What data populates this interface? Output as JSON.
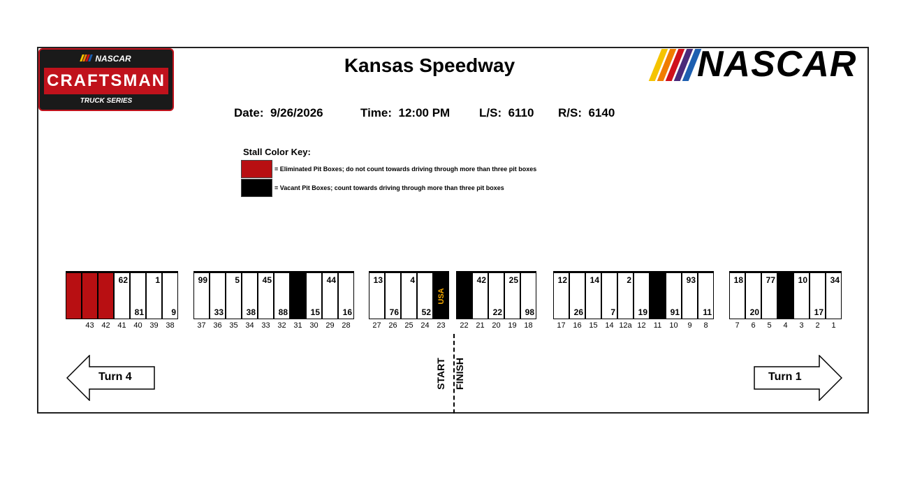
{
  "header": {
    "title": "Kansas Speedway",
    "series_logo": {
      "top": "NASCAR",
      "main": "CRAFTSMAN",
      "bottom": "TRUCK SERIES"
    },
    "brand_logo": "NASCAR",
    "brand_colors": [
      "#f5c400",
      "#f07d00",
      "#d0111b",
      "#4a2a7a",
      "#1d5fb0"
    ]
  },
  "info": {
    "date_label": "Date:",
    "date": "9/26/2026",
    "time_label": "Time:",
    "time": "12:00 PM",
    "ls_label": "L/S:",
    "ls": "6110",
    "rs_label": "R/S:",
    "rs": "6140"
  },
  "key": {
    "title": "Stall Color Key:",
    "eliminated": {
      "color": "#b80f12",
      "text": "= Eliminated Pit Boxes; do not count towards driving through more than three pit boxes"
    },
    "vacant": {
      "color": "#000000",
      "text": "= Vacant Pit Boxes; count towards driving through more than three pit boxes"
    }
  },
  "stalls": [
    {
      "label": "",
      "type": "red",
      "top": "",
      "bottom": ""
    },
    {
      "label": "43",
      "type": "red",
      "top": "",
      "bottom": ""
    },
    {
      "label": "42",
      "type": "red",
      "top": "",
      "bottom": ""
    },
    {
      "label": "41",
      "type": "white",
      "top": "62",
      "bottom": ""
    },
    {
      "label": "40",
      "type": "white",
      "top": "",
      "bottom": "81"
    },
    {
      "label": "39",
      "type": "white",
      "top": "1",
      "bottom": ""
    },
    {
      "label": "38",
      "type": "white",
      "top": "",
      "bottom": "9"
    },
    {
      "label": "37",
      "type": "white",
      "top": "99",
      "bottom": ""
    },
    {
      "label": "36",
      "type": "white",
      "top": "",
      "bottom": "33"
    },
    {
      "label": "35",
      "type": "white",
      "top": "5",
      "bottom": ""
    },
    {
      "label": "34",
      "type": "white",
      "top": "",
      "bottom": "38"
    },
    {
      "label": "33",
      "type": "white",
      "top": "45",
      "bottom": ""
    },
    {
      "label": "32",
      "type": "white",
      "top": "",
      "bottom": "88"
    },
    {
      "label": "31",
      "type": "black",
      "top": "",
      "bottom": ""
    },
    {
      "label": "30",
      "type": "white",
      "top": "",
      "bottom": "15"
    },
    {
      "label": "29",
      "type": "white",
      "top": "44",
      "bottom": ""
    },
    {
      "label": "28",
      "type": "white",
      "top": "",
      "bottom": "16"
    },
    {
      "label": "27",
      "type": "white",
      "top": "13",
      "bottom": ""
    },
    {
      "label": "26",
      "type": "white",
      "top": "",
      "bottom": "76"
    },
    {
      "label": "25",
      "type": "white",
      "top": "4",
      "bottom": ""
    },
    {
      "label": "24",
      "type": "white",
      "top": "",
      "bottom": "52"
    },
    {
      "label": "23",
      "type": "black",
      "top": "",
      "bottom": "",
      "vertical": "USA"
    },
    {
      "label": "22",
      "type": "black",
      "top": "",
      "bottom": ""
    },
    {
      "label": "21",
      "type": "white",
      "top": "42",
      "bottom": ""
    },
    {
      "label": "20",
      "type": "white",
      "top": "",
      "bottom": "22"
    },
    {
      "label": "19",
      "type": "white",
      "top": "25",
      "bottom": ""
    },
    {
      "label": "18",
      "type": "white",
      "top": "",
      "bottom": "98"
    },
    {
      "label": "17",
      "type": "white",
      "top": "12",
      "bottom": ""
    },
    {
      "label": "16",
      "type": "white",
      "top": "",
      "bottom": "26"
    },
    {
      "label": "15",
      "type": "white",
      "top": "14",
      "bottom": ""
    },
    {
      "label": "14",
      "type": "white",
      "top": "",
      "bottom": "7"
    },
    {
      "label": "12a",
      "type": "white",
      "top": "2",
      "bottom": ""
    },
    {
      "label": "12",
      "type": "white",
      "top": "",
      "bottom": "19"
    },
    {
      "label": "11",
      "type": "black",
      "top": "",
      "bottom": ""
    },
    {
      "label": "10",
      "type": "white",
      "top": "",
      "bottom": "91"
    },
    {
      "label": "9",
      "type": "white",
      "top": "93",
      "bottom": ""
    },
    {
      "label": "8",
      "type": "white",
      "top": "",
      "bottom": "11"
    },
    {
      "label": "7",
      "type": "white",
      "top": "18",
      "bottom": ""
    },
    {
      "label": "6",
      "type": "white",
      "top": "",
      "bottom": "20"
    },
    {
      "label": "5",
      "type": "white",
      "top": "77",
      "bottom": ""
    },
    {
      "label": "4",
      "type": "black",
      "top": "",
      "bottom": ""
    },
    {
      "label": "3",
      "type": "white",
      "top": "10",
      "bottom": ""
    },
    {
      "label": "2",
      "type": "white",
      "top": "",
      "bottom": "17"
    },
    {
      "label": "1",
      "type": "white",
      "top": "34",
      "bottom": ""
    }
  ],
  "start_finish": {
    "start": "START",
    "finish": "FINISH"
  },
  "turns": {
    "left": "Turn 4",
    "right": "Turn 1"
  }
}
